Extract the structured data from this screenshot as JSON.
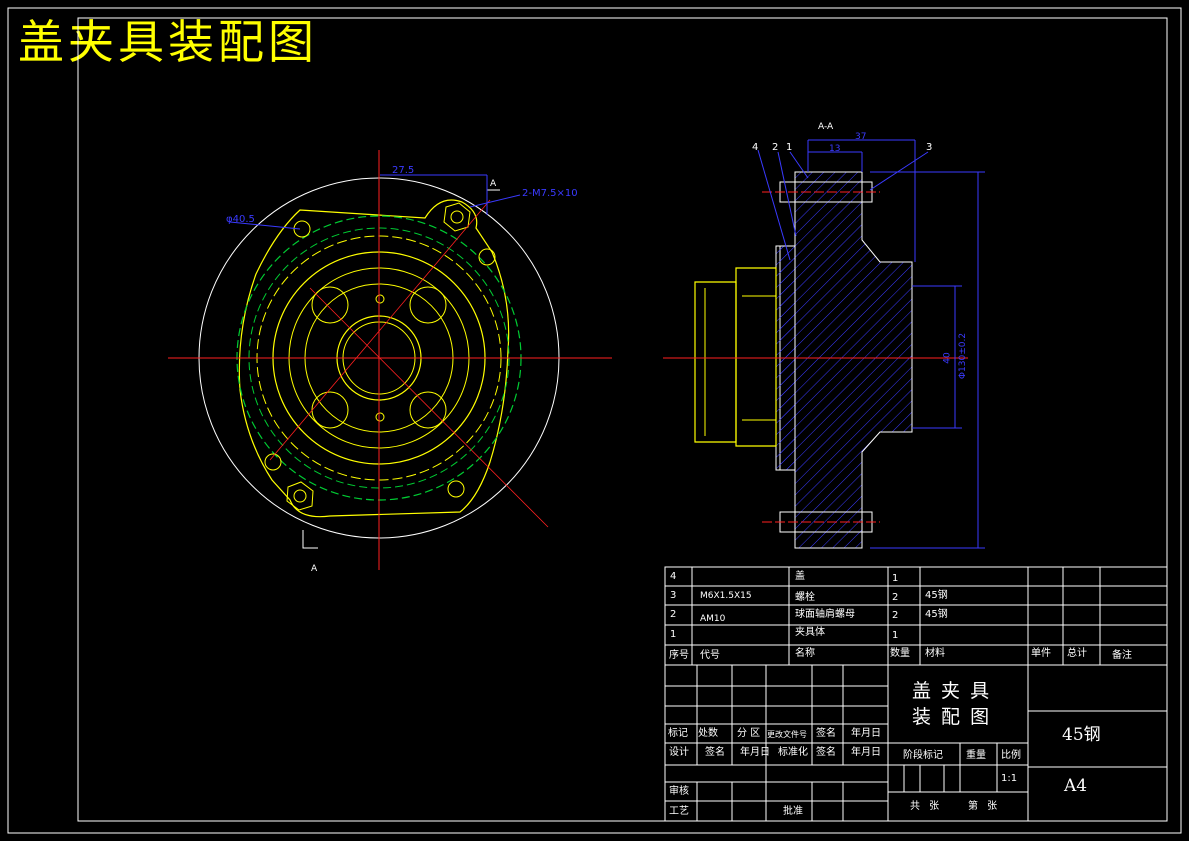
{
  "title": "盖夹具装配图",
  "drawing": {
    "dim_275": "27.5",
    "hole_callout": "2-M7.5×10",
    "phi_label": "φ40.5",
    "section_mark": "A",
    "section_title": "A-A",
    "dim_37": "37",
    "dim_13": "13",
    "dim_40": "40",
    "dim_phi130": "Φ130±0.2",
    "balloons": [
      "4",
      "2",
      "1",
      "3"
    ]
  },
  "parts_list": {
    "rows": [
      {
        "seq": "4",
        "code": "",
        "name": "盖",
        "qty": "1",
        "material": ""
      },
      {
        "seq": "3",
        "code": "M6X1.5X15",
        "name": "螺栓",
        "qty": "2",
        "material": "45钢"
      },
      {
        "seq": "2",
        "code": "AM10",
        "name": "球面轴肩螺母",
        "qty": "2",
        "material": "45钢"
      },
      {
        "seq": "1",
        "code": "",
        "name": "夹具体",
        "qty": "1",
        "material": ""
      }
    ],
    "header": {
      "seq": "序号",
      "code": "代号",
      "name": "名称",
      "qty": "数量",
      "material": "材料",
      "unit": "单件",
      "total": "总计",
      "note": "备注"
    }
  },
  "title_block": {
    "drawing_name_1": "盖 夹 具",
    "drawing_name_2": "装 配 图",
    "material": "45钢",
    "paper": "A4",
    "labels": {
      "mark": "标记",
      "count": "处数",
      "zone": "分 区",
      "change_doc": "更改文件号",
      "sign": "签名",
      "date": "年月日",
      "design": "设计",
      "sign2": "签名",
      "date2": "年月日",
      "standard": "标准化",
      "sign3": "签名",
      "date3": "年月日",
      "stage": "阶段标记",
      "weight": "重量",
      "scale": "比例",
      "scale_val": "1:1",
      "check": "审核",
      "process": "工艺",
      "approve": "批准",
      "total_sheets": "共  张",
      "sheet_no": "第  张"
    }
  }
}
